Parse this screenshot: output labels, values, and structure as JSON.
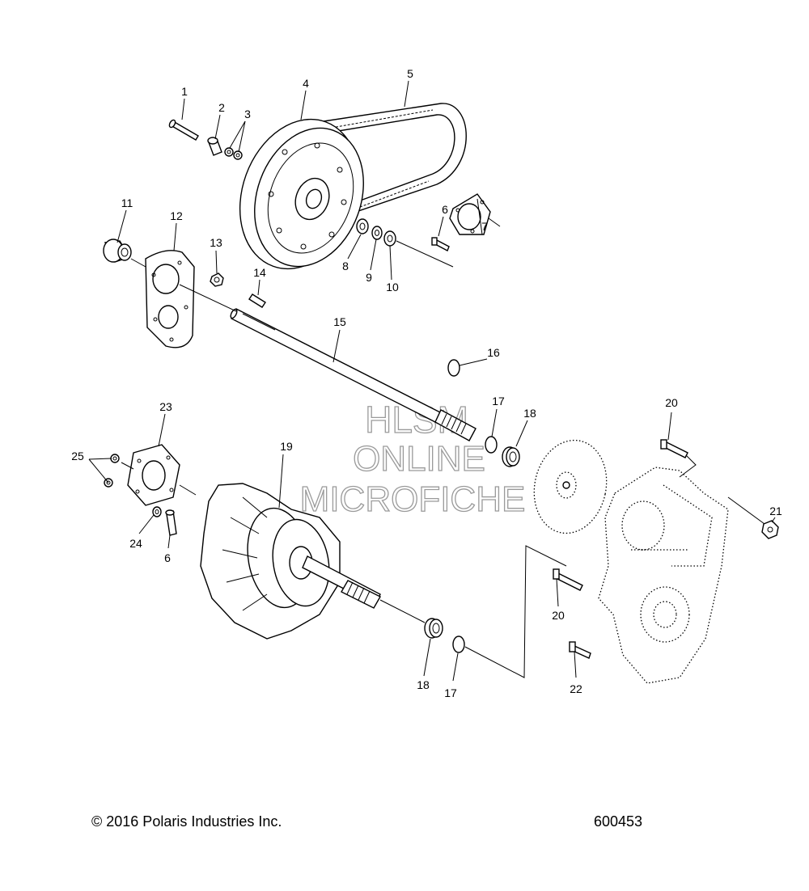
{
  "copyright": "© 2016 Polaris Industries Inc.",
  "figure_number": "600453",
  "watermark": {
    "line1": "HLSM",
    "line2": "ONLINE",
    "line3": "MICROFICHE"
  },
  "callouts": {
    "c1": "1",
    "c2": "2",
    "c3": "3",
    "c4": "4",
    "c5": "5",
    "c6a": "6",
    "c6b": "6",
    "c7": "7",
    "c8": "8",
    "c9": "9",
    "c10": "10",
    "c11": "11",
    "c12": "12",
    "c13": "13",
    "c14": "14",
    "c15": "15",
    "c16": "16",
    "c17a": "17",
    "c17b": "17",
    "c18a": "18",
    "c18b": "18",
    "c19": "19",
    "c20a": "20",
    "c20b": "20",
    "c21": "21",
    "c22": "22",
    "c23": "23",
    "c24": "24",
    "c25": "25"
  }
}
